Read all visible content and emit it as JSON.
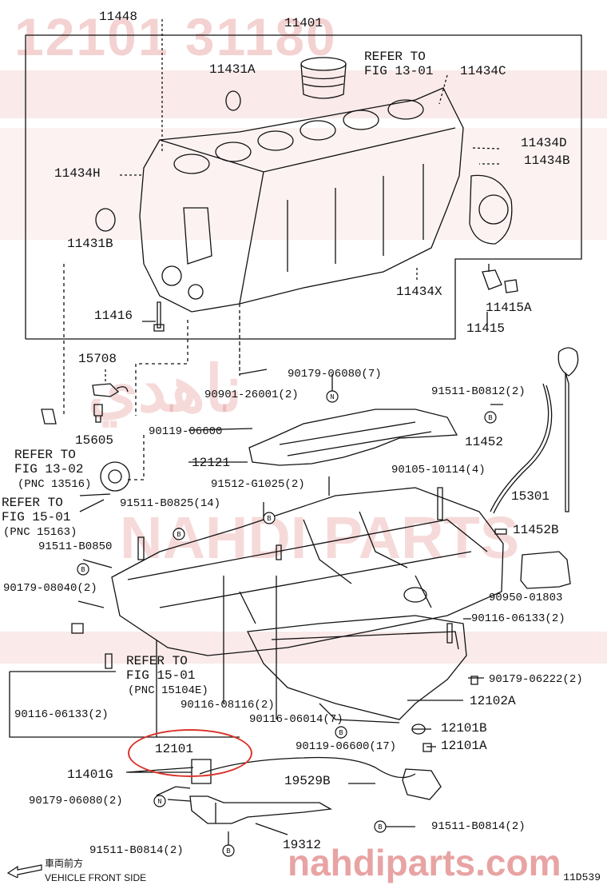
{
  "watermark": {
    "part_number": "12101 31180",
    "site": "nahdiparts.com",
    "arabic_mark": "ناهدي",
    "logo_text": "NAHDI PARTS"
  },
  "labels": {
    "l11448": "11448",
    "l11401": "11401",
    "refer_13_01_a": "REFER TO",
    "refer_13_01_b": "FIG 13-01",
    "l11434C": "11434C",
    "l11431A": "11431A",
    "l11434D": "11434D",
    "l11434B": "11434B",
    "l11434H": "11434H",
    "l11431B": "11431B",
    "l11434X": "11434X",
    "l11415A": "11415A",
    "l11416": "11416",
    "l11415": "11415",
    "l15708": "15708",
    "l90179_06080_7": "90179-06080(7)",
    "l90901_26001": "90901-26001(2)",
    "l91511_B0812": "91511-B0812(2)",
    "l15605": "15605",
    "l90119_06600": "90119-06600",
    "l11452": "11452",
    "refer_13_02_a": "REFER TO",
    "refer_13_02_b": "FIG 13-02",
    "refer_13_02_c": "(PNC 13516)",
    "l12121": "12121",
    "l90105_10114": "90105-10114(4)",
    "refer_15_01_a": "REFER TO",
    "refer_15_01_b": "FIG 15-01",
    "refer_15_01_c": "(PNC 15163)",
    "l91512_G1025": "91512-G1025(2)",
    "l15301": "15301",
    "l91511_B0825": "91511-B0825(14)",
    "l11452B": "11452B",
    "l91511_B0850": "91511-B0850",
    "l90179_08040": "90179-08040(2)",
    "l90950_01803": "90950-01803",
    "l90116_06133_r": "90116-06133(2)",
    "refer_15_01e_a": "REFER TO",
    "refer_15_01e_b": "FIG 15-01",
    "refer_15_01e_c": "(PNC 15104E)",
    "l90179_06222": "90179-06222(2)",
    "l12102A": "12102A",
    "l90116_06133_l": "90116-06133(2)",
    "l90116_08116": "90116-08116(2)",
    "l90116_06014": "90116-06014(7)",
    "l12101B": "12101B",
    "l12101": "12101",
    "l90119_06600_17": "90119-06600(17)",
    "l12101A": "12101A",
    "l11401G": "11401G",
    "l19529B": "19529B",
    "l90179_06080_2": "90179-06080(2)",
    "l91511_B0814_r": "91511-B0814(2)",
    "l91511_B0814_l": "91511-B0814(2)",
    "l19312": "19312"
  },
  "footer": {
    "front_jp": "車両前方",
    "front_en": "VEHICLE FRONT SIDE",
    "code": "11D539"
  },
  "colors": {
    "line": "#111111",
    "highlight": "#d9342b",
    "watermark": "#cc3333"
  }
}
